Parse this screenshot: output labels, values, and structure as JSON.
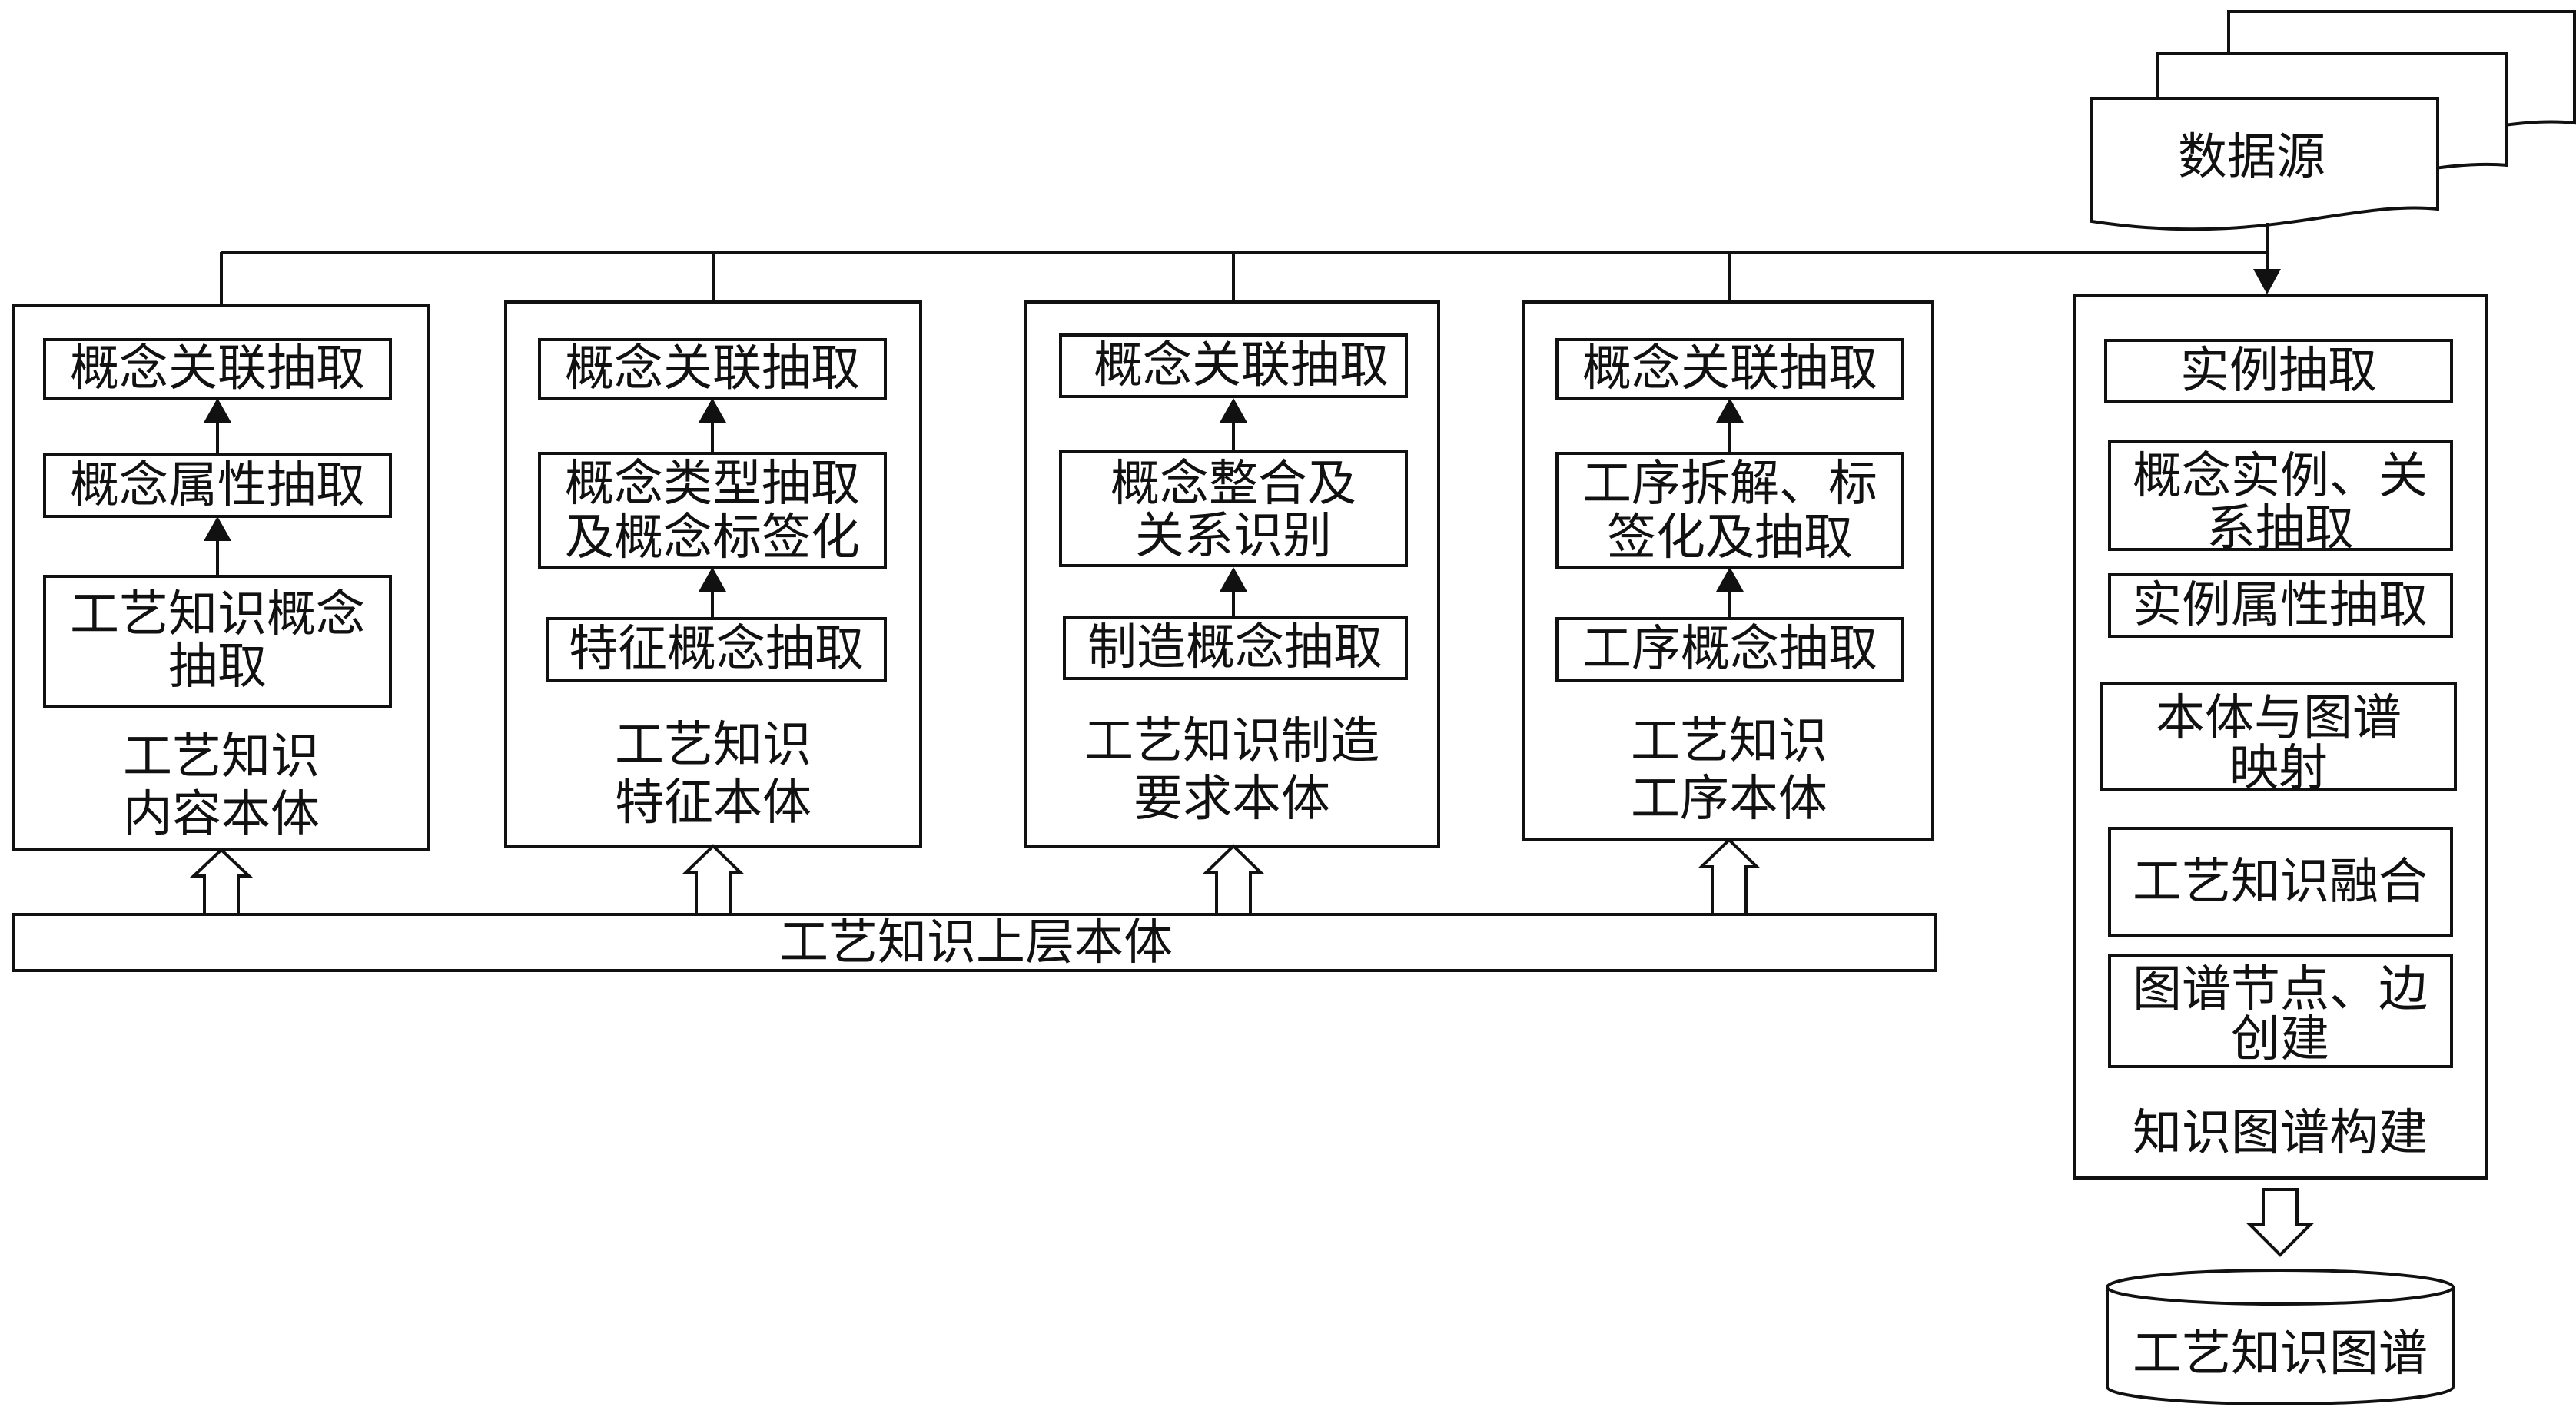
{
  "data_source": {
    "label": "数据源"
  },
  "upper_ontology": {
    "label": "工艺知识上层本体"
  },
  "content_ontology": {
    "title": [
      "工艺知识",
      "内容本体"
    ],
    "steps": [
      [
        "概念关联抽取"
      ],
      [
        "概念属性抽取"
      ],
      [
        "工艺知识概念",
        "抽取"
      ]
    ]
  },
  "feature_ontology": {
    "title": [
      "工艺知识",
      "特征本体"
    ],
    "steps": [
      [
        "概念关联抽取"
      ],
      [
        "概念类型抽取",
        "及概念标签化"
      ],
      [
        "特征概念抽取"
      ]
    ]
  },
  "manufacturing_ontology": {
    "title": [
      "工艺知识制造",
      "要求本体"
    ],
    "steps": [
      [
        "概念关联抽取"
      ],
      [
        "概念整合及",
        "关系识别"
      ],
      [
        "制造概念抽取"
      ]
    ]
  },
  "process_ontology": {
    "title": [
      "工艺知识",
      "工序本体"
    ],
    "steps": [
      [
        "概念关联抽取"
      ],
      [
        "工序拆解、标",
        "签化及抽取"
      ],
      [
        "工序概念抽取"
      ]
    ]
  },
  "kg_construction": {
    "title": "知识图谱构建",
    "steps": [
      [
        "实例抽取"
      ],
      [
        "概念实例、关",
        "系抽取"
      ],
      [
        "实例属性抽取"
      ],
      [
        "本体与图谱",
        "映射"
      ],
      [
        "工艺知识融合"
      ],
      [
        "图谱节点、边",
        "创建"
      ]
    ]
  },
  "knowledge_graph": {
    "label": "工艺知识图谱"
  }
}
